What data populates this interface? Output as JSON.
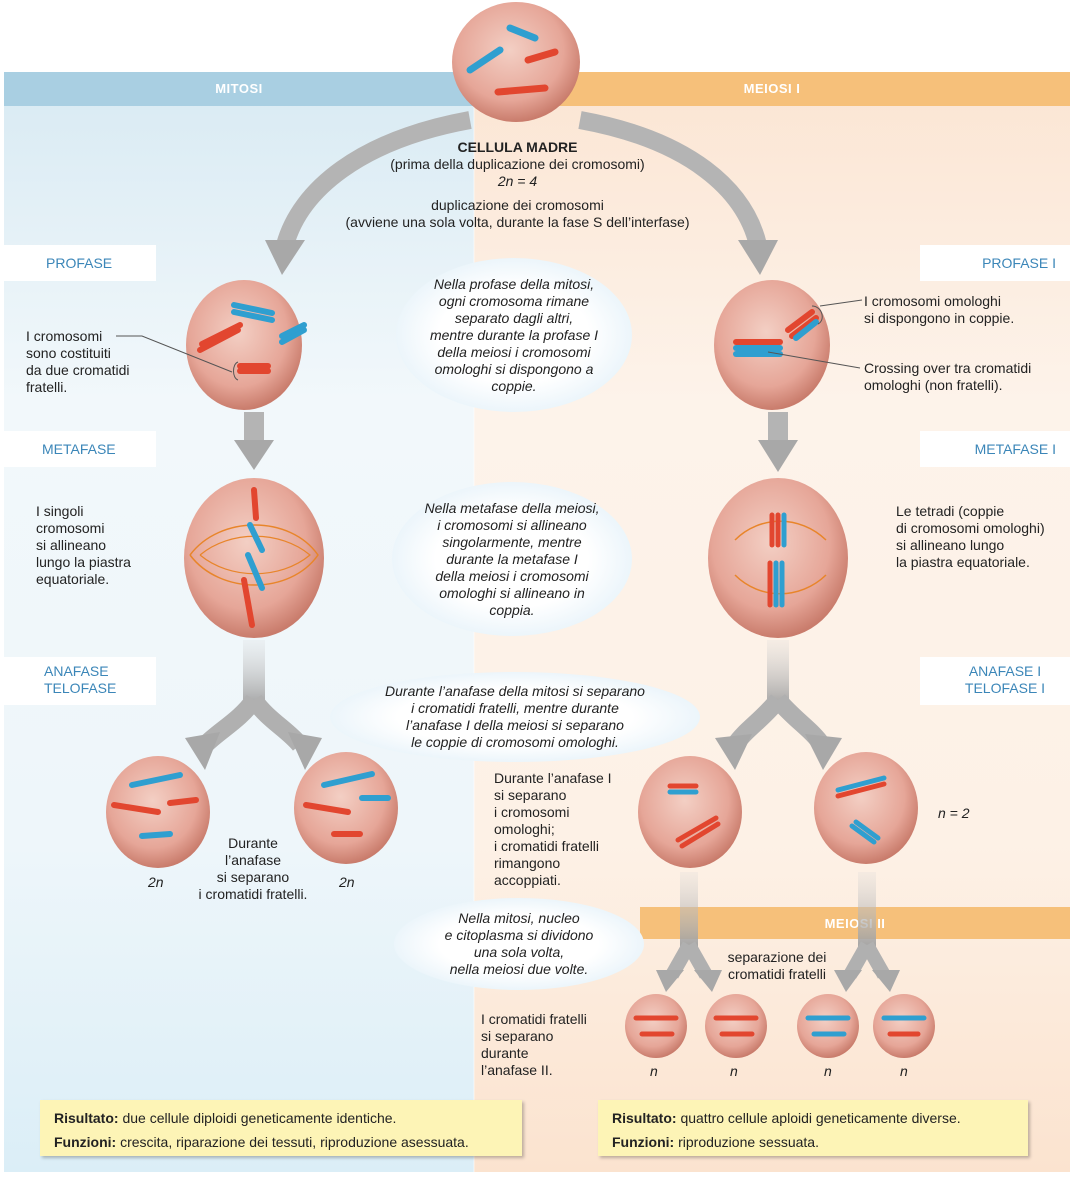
{
  "headers": {
    "mitosi": "MITOSI",
    "meiosi1": "MEIOSI I",
    "meiosi2": "MEIOSI II"
  },
  "mother": {
    "title": "CELLULA MADRE",
    "subtitle": "(prima della duplicazione dei cromosomi)",
    "ploidy": "2n = 4",
    "dup1": "duplicazione dei cromosomi",
    "dup2": "(avviene una sola volta, durante la fase S dell’interfase)"
  },
  "phases": {
    "profase": "PROFASE",
    "profase1": "PROFASE I",
    "metafase": "METAFASE",
    "metafase1": "METAFASE I",
    "anafase": "ANAFASE",
    "telofase": "TELOFASE",
    "anafase1": "ANAFASE I",
    "telofase1": "TELOFASE I"
  },
  "notes": {
    "cromatidi": [
      "I cromosomi",
      "sono costituiti",
      "da due cromatidi",
      "fratelli."
    ],
    "omologhi": [
      "I cromosomi omologhi",
      "si dispongono in coppie."
    ],
    "crossing": [
      "Crossing over tra cromatidi",
      "omologhi (non fratelli)."
    ],
    "singoli": [
      "I singoli",
      "cromosomi",
      "si allineano",
      "lungo la piastra",
      "equatoriale."
    ],
    "tetradi": [
      "Le tetradi (coppie",
      "di cromosomi omologhi)",
      "si allineano lungo",
      "la piastra equatoriale."
    ],
    "anafase_mitosi": [
      "Durante",
      "l’anafase",
      "si separano",
      "i cromatidi fratelli."
    ],
    "anafase1": [
      "Durante l’anafase I",
      "si separano",
      "i cromosomi",
      "omologhi;",
      "i cromatidi fratelli",
      "rimangono",
      "accoppiati."
    ],
    "anafase2": [
      "I cromatidi fratelli",
      "si separano",
      "durante",
      "l’anafase II."
    ],
    "separazione": [
      "separazione dei",
      "cromatidi fratelli"
    ]
  },
  "bubbles": {
    "profase": [
      "Nella profase della mitosi,",
      "ogni cromosoma rimane",
      "separato dagli altri,",
      "mentre durante la profase I",
      "della meiosi i cromosomi",
      "omologhi si dispongono a",
      "coppie."
    ],
    "metafase": [
      "Nella metafase della meiosi,",
      "i cromosomi si allineano",
      "singolarmente, mentre",
      "durante la metafase I",
      "della meiosi i cromosomi",
      "omologhi si allineano in",
      "coppia."
    ],
    "anafase": [
      "Durante l’anafase della mitosi si separano",
      "i cromatidi fratelli, mentre durante",
      "l’anafase I della meiosi si separano",
      "le coppie di cromosomi omologhi."
    ],
    "nucleo": [
      "Nella mitosi, nucleo",
      "e citoplasma si dividono",
      "una sola volta,",
      "nella meiosi due volte."
    ]
  },
  "labels": {
    "2n": "2n",
    "n2": "n = 2",
    "n": "n"
  },
  "results": {
    "mitosi_result_label": "Risultato:",
    "mitosi_result": " due cellule diploidi geneticamente identiche.",
    "mitosi_func_label": "Funzioni:",
    "mitosi_func": " crescita, riparazione dei tessuti, riproduzione asessuata.",
    "meiosi_result_label": "Risultato:",
    "meiosi_result": " quattro cellule aploidi geneticamente diverse.",
    "meiosi_func_label": "Funzioni:",
    "meiosi_func": " riproduzione sessuata."
  },
  "colors": {
    "red": "#e2462f",
    "blue": "#2f9fd0",
    "cell": "#e9a79a",
    "arrow": "#a8a8a8"
  }
}
